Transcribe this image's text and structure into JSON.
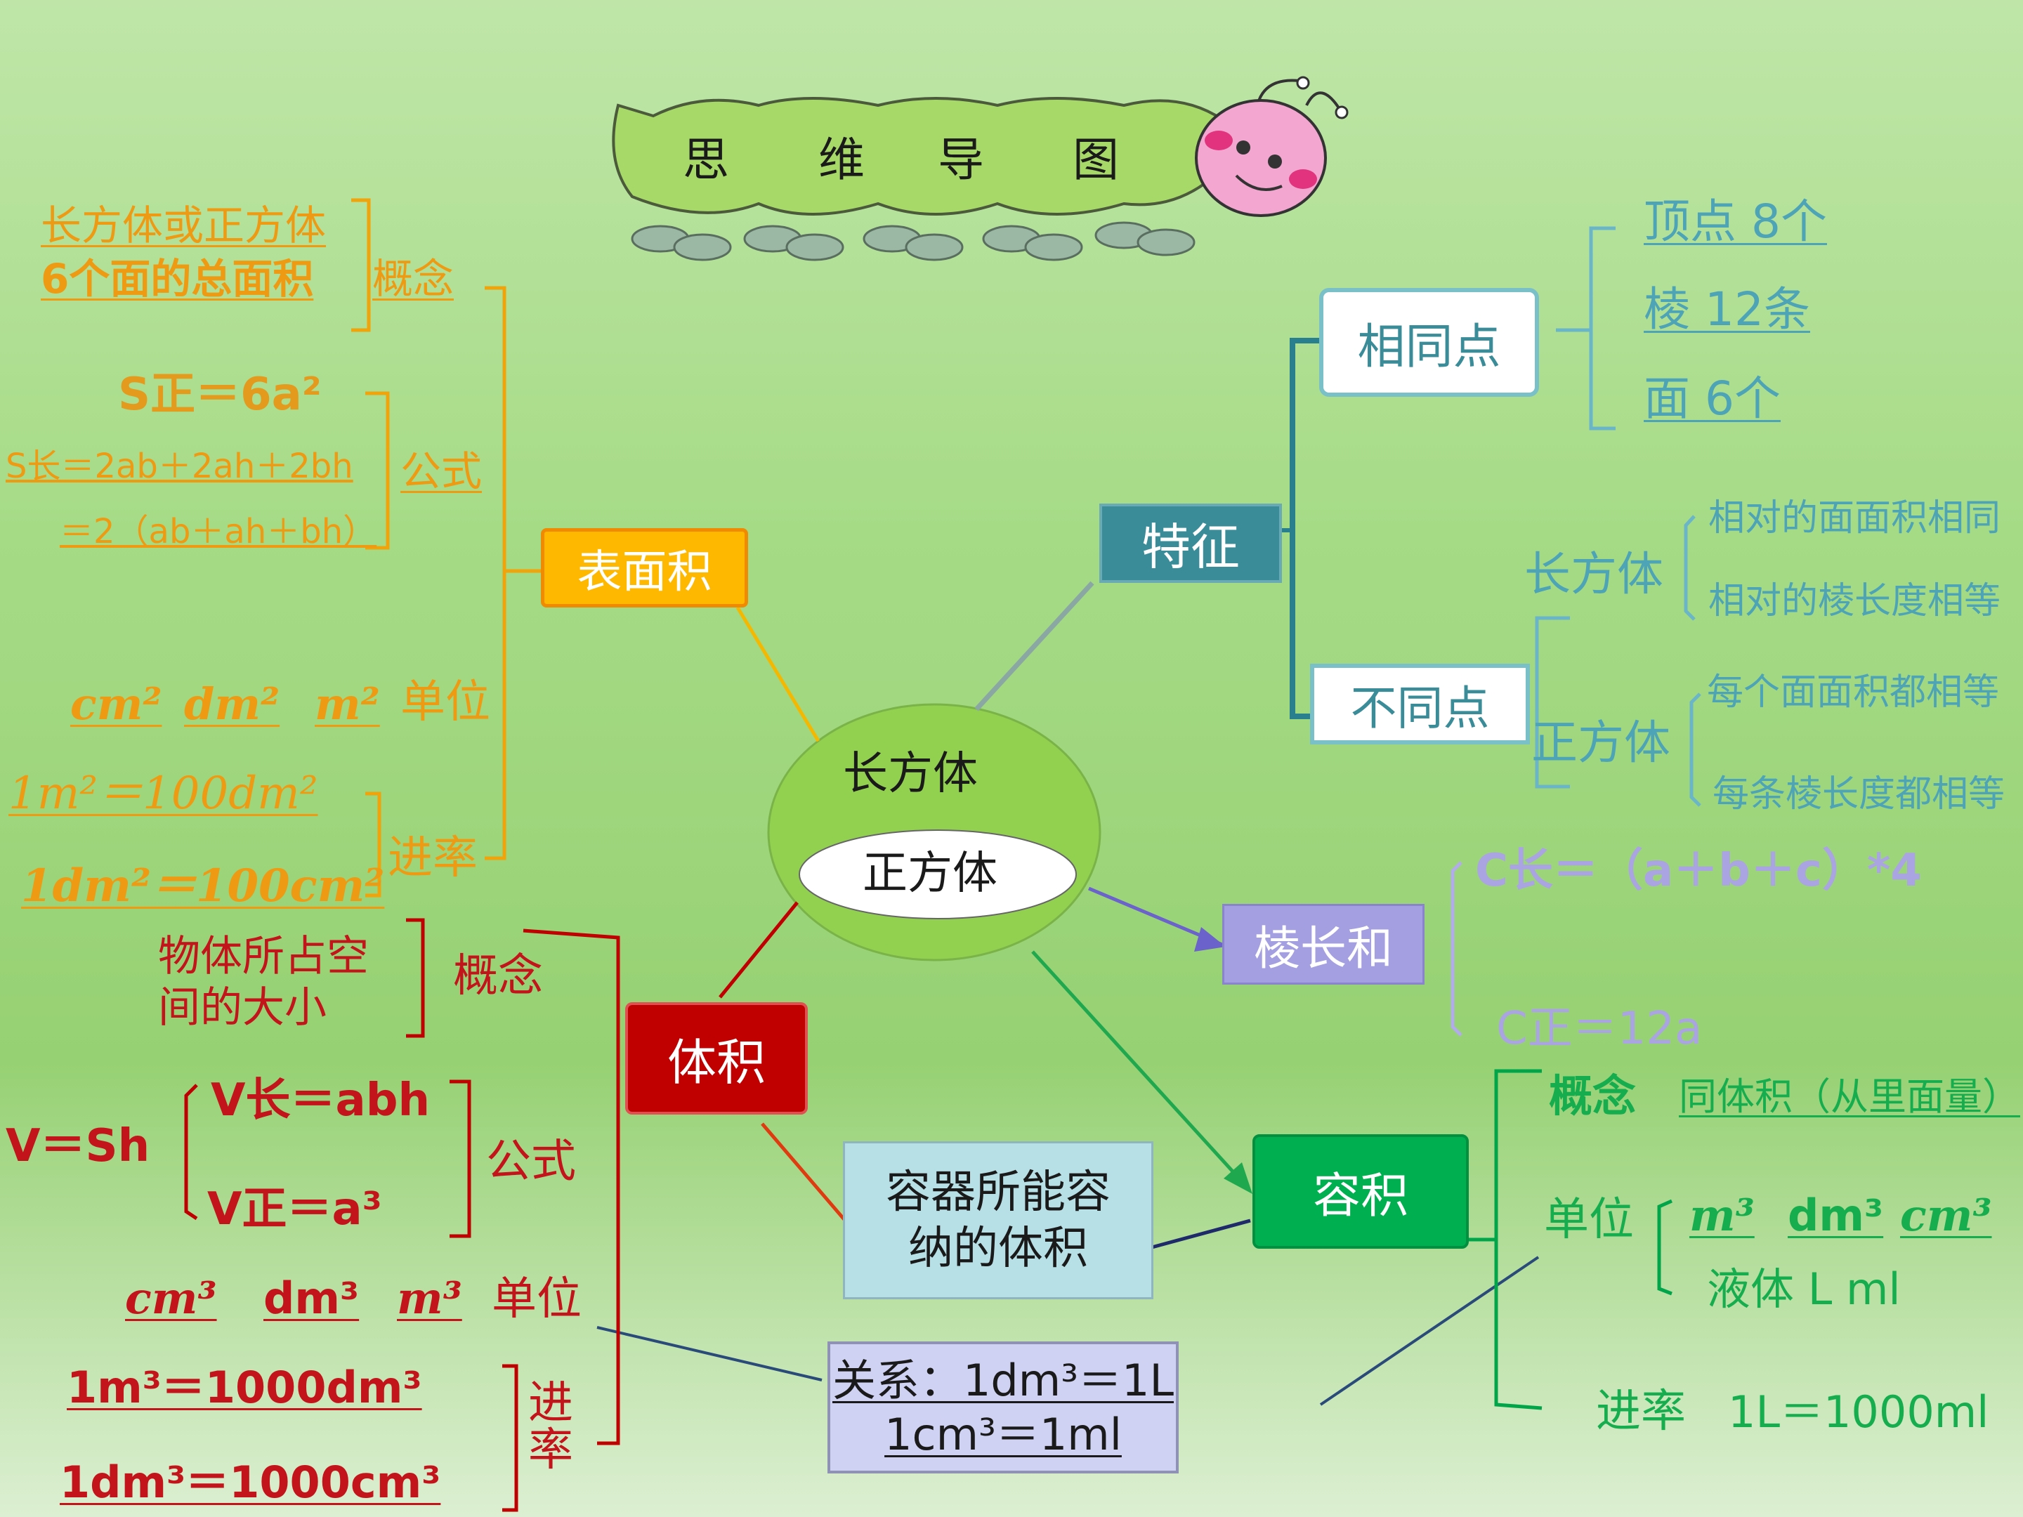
{
  "title": {
    "chars": [
      "思",
      "维",
      "导",
      "图"
    ]
  },
  "center": {
    "top": "长方体",
    "bottom": "正方体"
  },
  "surface_area": {
    "node": "表面积",
    "concept": {
      "text": [
        "长方体或正方体",
        "6个面的总面积"
      ],
      "label": "概念"
    },
    "formula": {
      "lines": [
        "S正＝6a²",
        "S长＝2ab＋2ah＋2bh",
        "＝2（ab＋ah＋bh）"
      ],
      "label": "公式"
    },
    "unit": {
      "values": [
        "cm²",
        "dm²",
        "m²"
      ],
      "label": "单位"
    },
    "rate": {
      "lines": [
        "1m²＝100dm²",
        "1dm²＝100cm²"
      ],
      "label": "进率"
    }
  },
  "features": {
    "node": "特征",
    "same": {
      "label": "相同点",
      "items": [
        "顶点 8个",
        "棱 12条",
        "面 6个"
      ]
    },
    "diff": {
      "label": "不同点",
      "cuboid": {
        "label": "长方体",
        "items": [
          "相对的面面积相同",
          "相对的棱长度相等"
        ]
      },
      "cube": {
        "label": "正方体",
        "items": [
          "每个面面积都相等",
          "每条棱长度都相等"
        ]
      }
    }
  },
  "edge_sum": {
    "node": "棱长和",
    "formulas": [
      "C长＝（a＋b＋c）*4",
      "C正＝12a"
    ]
  },
  "volume": {
    "node": "体积",
    "concept": {
      "text": [
        "物体所占空",
        "间的大小"
      ],
      "label": "概念"
    },
    "formula": {
      "main": "V＝Sh",
      "lines": [
        "V长＝abh",
        "V正＝a³"
      ],
      "label": "公式"
    },
    "unit": {
      "values": [
        "cm³",
        "dm³",
        "m³"
      ],
      "label": "单位"
    },
    "rate": {
      "lines": [
        "1m³＝1000dm³",
        "1dm³＝1000cm³"
      ],
      "label": "进率"
    }
  },
  "capacity": {
    "node": "容积",
    "definition": [
      "容器所能容",
      "纳的体积"
    ],
    "concept": {
      "label": "概念",
      "text": "同体积（从里面量）"
    },
    "unit": {
      "label": "单位",
      "values": [
        "m³",
        "dm³",
        "cm³"
      ],
      "liquid": "液体 L  ml"
    },
    "rate": {
      "label": "进率",
      "text": "1L＝1000ml"
    }
  },
  "relation": {
    "lines": [
      "关系：1dm³＝1L",
      "1cm³＝1ml"
    ]
  },
  "colors": {
    "surface": "#f0a30a",
    "volume": "#c00000",
    "feature": "#3a8c99",
    "edge": "#a49fe0",
    "capacity": "#00b050",
    "center": "#92d050"
  }
}
